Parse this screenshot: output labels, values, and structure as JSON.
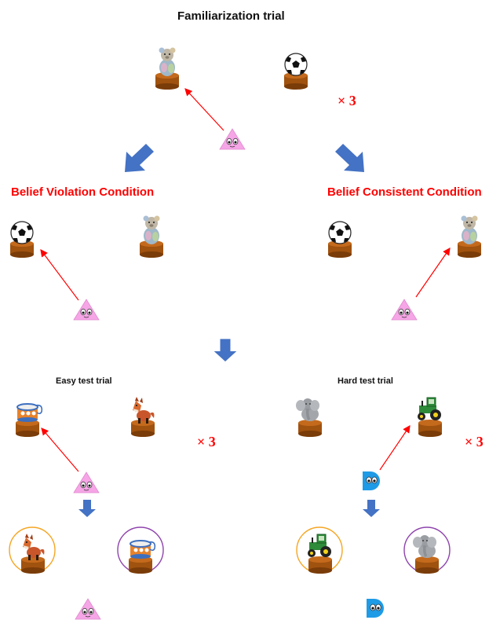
{
  "title": "Familiarization trial",
  "repeat_label": "× 3",
  "conditions": {
    "violation": "Belief Violation Condition",
    "consistent": "Belief Consistent Condition"
  },
  "test_trials": {
    "easy": "Easy test trial",
    "hard": "Hard test trial"
  },
  "colors": {
    "condition_text": "#ff0000",
    "pointer_arrow": "#ff0000",
    "block_arrow": "#4472c4",
    "agent_triangle": "#f6a5e6",
    "agent_d": "#1e9be6",
    "pedestal": "#a0520f",
    "circle_left": "#f5a623",
    "circle_right": "#8e44ad"
  },
  "icons": {
    "bear": "teddy-bear-icon",
    "ball": "soccer-ball-icon",
    "drum": "toy-drum-icon",
    "fox": "toy-fox-icon",
    "elephant": "toy-elephant-icon",
    "tractor": "toy-tractor-icon",
    "triangle_agent": "triangle-agent-icon",
    "d_agent": "d-shaped-agent-icon"
  }
}
